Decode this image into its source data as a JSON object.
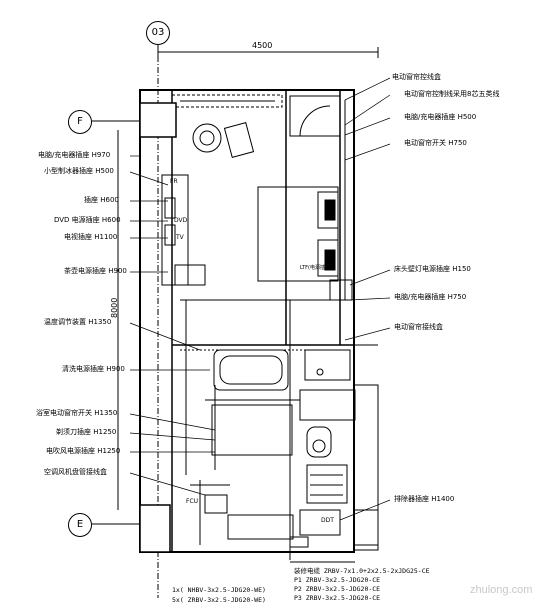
{
  "grid": {
    "top_axis": "03",
    "left_axis_1": "F",
    "left_axis_2": "E"
  },
  "dimensions": {
    "width": "4500",
    "height": "8000"
  },
  "labels_right": [
    "电动窗帘控线盒",
    "电动窗帘控制线采用8芯五类线",
    "电脑/充电器插座 H500",
    "电动窗帘开关 H750",
    "床头壁灯电源插座 H150",
    "电脑/充电器插座 H750",
    "电动窗帘接线盒",
    "排除器插座 H1400"
  ],
  "labels_left": [
    "电脑/充电器插座 H970",
    "小型制冰器插座 H500",
    "插座 H600",
    "DVD 电源插座 H600",
    "电视插座 H1100",
    "茶壶电源插座 H900",
    "温度调节装置 H1350",
    "清洗电源插座 H900",
    "浴室电动窗帘开关 H1350",
    "剃须刀插座 H1250",
    "电吹风电源插座 H1250",
    "空调风机盘管接线盒"
  ],
  "fixture_labels": {
    "fr": "FR",
    "dvd": "DVD",
    "tv": "TV",
    "bed_light": "LTF(电源插座)",
    "fcu": "FCU",
    "ddt": "DDT"
  },
  "cables": [
    "装修电缆 ZRBV-7x1.0+2x2.5-2xJDG25-CE",
    "P1 ZRBV-3x2.5-JDG20-CE",
    "P2 ZRBV-3x2.5-JDG20-CE",
    "P3 ZRBV-3x2.5-JDG20-CE"
  ],
  "bottom_cables": [
    "1x( NHBV-3x2.5-JDG20-WE)",
    "5x( ZRBV-3x2.5-JDG20-WE)"
  ],
  "watermark": "zhulong.com"
}
